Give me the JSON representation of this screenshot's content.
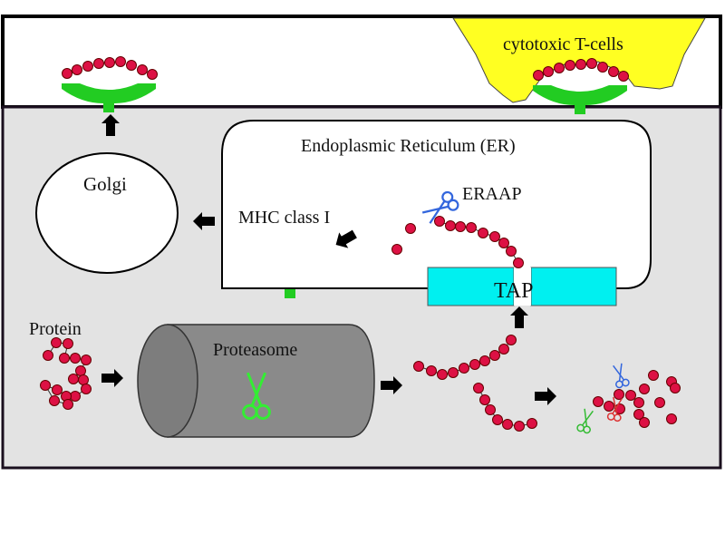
{
  "diagram": {
    "title": "MHC class I antigen presentation pathway",
    "colors": {
      "extracellular_bg": "#ffffff",
      "cytoplasm_bg": "#e3e3e3",
      "frame_border": "#1a0f1e",
      "tcell_fill": "#ffff22",
      "mhc_green": "#22cc22",
      "peptide_red": "#dd1144",
      "tap_cyan": "#00f0f0",
      "proteasome_gray": "#8a8a8a",
      "proteasome_scissors": "#33ee33",
      "eraap_scissors": "#3366dd",
      "red_scissors": "#dd3333",
      "green_scissors": "#33bb33",
      "arrow_black": "#000000"
    },
    "labels": {
      "tcells": "cytotoxic T-cells",
      "er": "Endoplasmic Reticulum (ER)",
      "golgi": "Golgi",
      "mhc": "MHC class I",
      "eraap": "ERAAP",
      "tap": "TAP",
      "protein": "Protein",
      "proteasome": "Proteasome"
    },
    "icons": {
      "proteasome_scissors": "scissors-icon",
      "eraap_scissors": "scissors-icon",
      "fragment_scissors": [
        "scissors-icon",
        "scissors-icon",
        "scissors-icon"
      ],
      "arrows": "block-arrow-icon"
    }
  }
}
